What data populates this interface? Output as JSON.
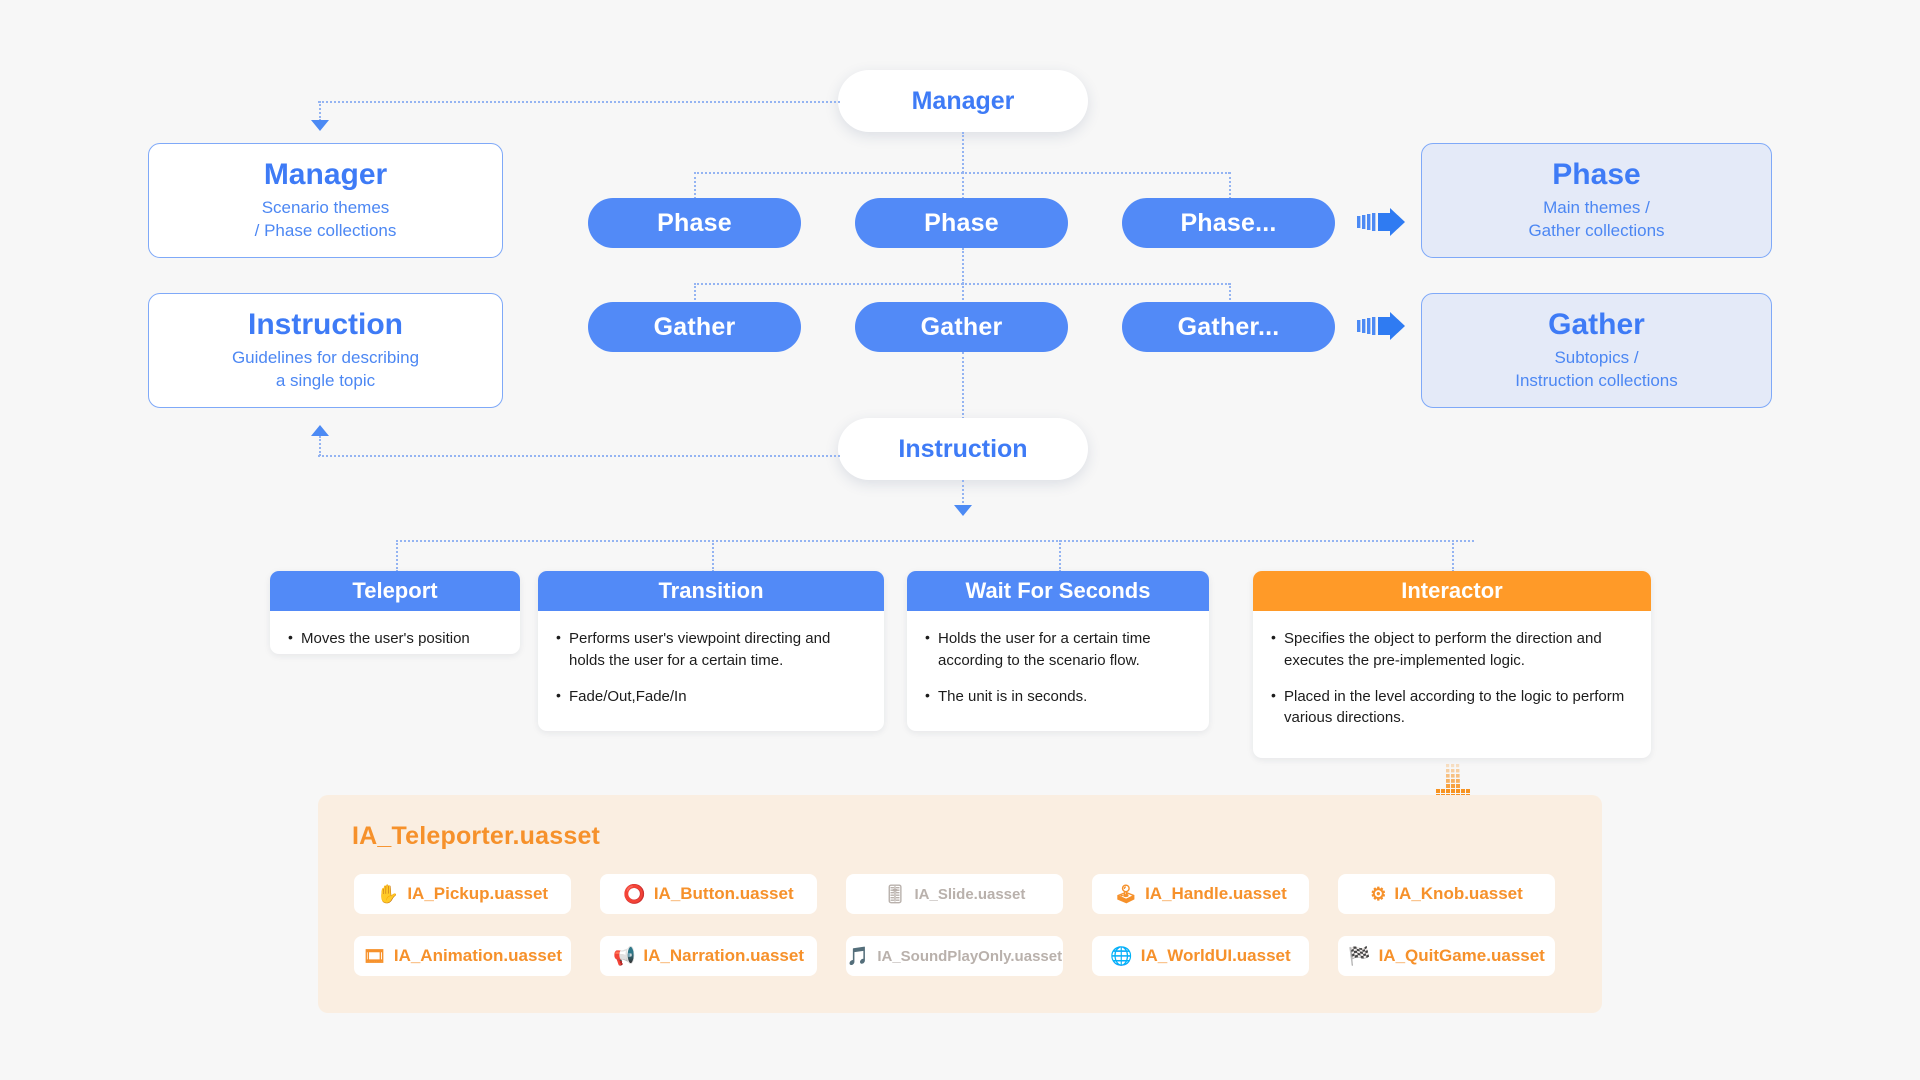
{
  "meta": {
    "background": "#F7F7F7",
    "accent_blue": "#528AF7",
    "accent_blue_text": "#3E7BF6",
    "accent_orange": "#FF9A28",
    "panel_beige": "#FAEEE1",
    "panel_lightblue": "#E4EAF8"
  },
  "root_nodes": {
    "manager_pill": "Manager",
    "instruction_pill": "Instruction"
  },
  "tree": {
    "phase_row": [
      "Phase",
      "Phase",
      "Phase..."
    ],
    "gather_row": [
      "Gather",
      "Gather",
      "Gather..."
    ]
  },
  "left_boxes": [
    {
      "title": "Manager",
      "subtitle_line1": "Scenario themes",
      "subtitle_line2": "/ Phase collections"
    },
    {
      "title": "Instruction",
      "subtitle_line1": "Guidelines for describing",
      "subtitle_line2": "a single topic"
    }
  ],
  "right_boxes": [
    {
      "title": "Phase",
      "subtitle_line1": "Main themes /",
      "subtitle_line2": "Gather collections"
    },
    {
      "title": "Gather",
      "subtitle_line1": "Subtopics /",
      "subtitle_line2": "Instruction collections"
    }
  ],
  "detail_cards": [
    {
      "title": "Teleport",
      "header_color": "blue",
      "bullets": [
        "Moves the user's position"
      ]
    },
    {
      "title": "Transition",
      "header_color": "blue",
      "bullets": [
        "Performs user's viewpoint directing and holds the user for a certain time.",
        "Fade/Out,Fade/In"
      ]
    },
    {
      "title": "Wait For Seconds",
      "header_color": "blue",
      "bullets": [
        "Holds the user for a certain time according to the scenario flow.",
        "The unit is in seconds."
      ]
    },
    {
      "title": "Interactor",
      "header_color": "orange",
      "bullets": [
        "Specifies the object to perform the direction and executes the pre-implemented logic.",
        "Placed in the level according to the logic to perform various directions."
      ]
    }
  ],
  "asset_panel": {
    "title": "IA_Teleporter.uasset",
    "rows": [
      [
        {
          "icon": "raised-hand-icon",
          "glyph": "✋",
          "label": "IA_Pickup.uasset",
          "muted": false
        },
        {
          "icon": "radio-button-icon",
          "glyph": "⭕",
          "label": "IA_Button.uasset",
          "muted": false
        },
        {
          "icon": "level-slider-icon",
          "glyph": "🎚",
          "label": "IA_Slide.uasset",
          "muted": true
        },
        {
          "icon": "joystick-icon",
          "glyph": "🕹",
          "label": "IA_Handle.uasset",
          "muted": false
        },
        {
          "icon": "gear-icon",
          "glyph": "⚙",
          "label": "IA_Knob.uasset",
          "muted": false
        }
      ],
      [
        {
          "icon": "film-frames-icon",
          "glyph": "🎞",
          "label": "IA_Animation.uasset",
          "muted": false
        },
        {
          "icon": "megaphone-icon",
          "glyph": "📢",
          "label": "IA_Narration.uasset",
          "muted": false
        },
        {
          "icon": "music-note-icon",
          "glyph": "🎵",
          "label": "IA_SoundPlayOnly.uasset",
          "muted": true
        },
        {
          "icon": "globe-icon",
          "glyph": "🌐",
          "label": "IA_WorldUI.uasset",
          "muted": false
        },
        {
          "icon": "chequered-flag-icon",
          "glyph": "🏁",
          "label": "IA_QuitGame.uasset",
          "muted": false
        }
      ]
    ]
  }
}
